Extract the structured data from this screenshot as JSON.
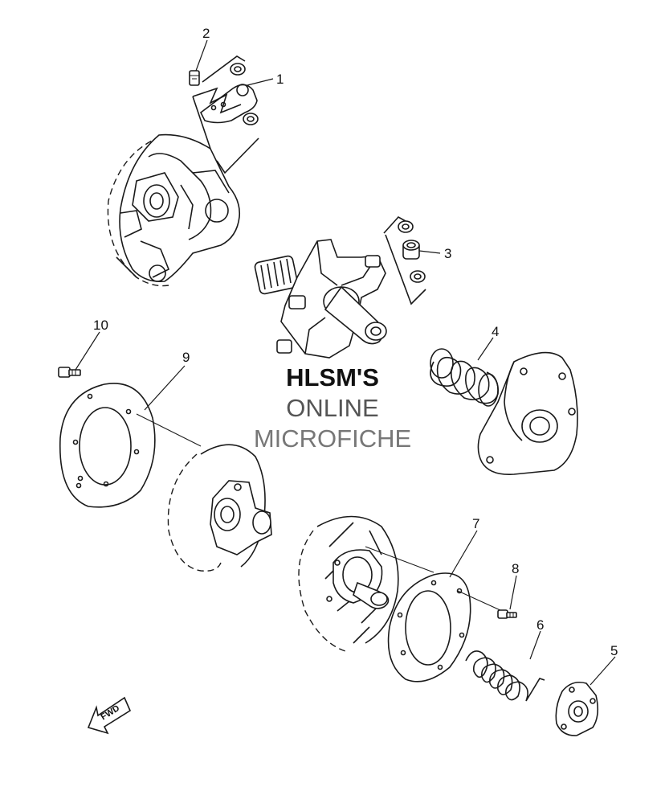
{
  "diagram": {
    "callouts": [
      {
        "id": "1",
        "label": "1"
      },
      {
        "id": "2",
        "label": "2"
      },
      {
        "id": "3",
        "label": "3"
      },
      {
        "id": "4",
        "label": "4"
      },
      {
        "id": "5",
        "label": "5"
      },
      {
        "id": "6",
        "label": "6"
      },
      {
        "id": "7",
        "label": "7"
      },
      {
        "id": "8",
        "label": "8"
      },
      {
        "id": "9",
        "label": "9"
      },
      {
        "id": "10",
        "label": "10"
      }
    ],
    "direction_label": "FWD"
  },
  "watermark": {
    "line1": "HLSM'S",
    "line2": "ONLINE",
    "line3": "MICROFICHE"
  },
  "colors": {
    "ink": "#1a1a1a",
    "watermark_dark": "#111111",
    "watermark_mid": "#555555",
    "watermark_light": "#777777"
  }
}
